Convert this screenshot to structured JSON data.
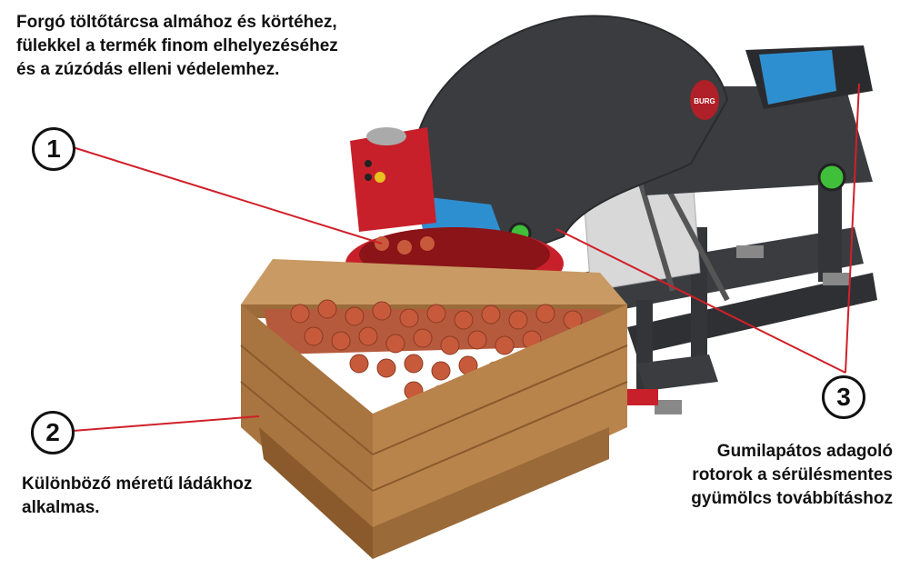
{
  "callouts": [
    {
      "number": "1",
      "text": "Forgó töltőtárcsa almához és körtéhez, fülekkel a termék finom elhelyezéséhez és a zúzódás elleni védelemhez."
    },
    {
      "number": "2",
      "text": "Különböző méretű ládákhoz alkalmas."
    },
    {
      "number": "3",
      "text": "Gumilapátos adagoló rotorok a sérülésmentes gyümölcs továbbításhoz"
    }
  ],
  "machine_logo": "BURG",
  "colors": {
    "frame": "#3a3c40",
    "frame_dark": "#2a2b2e",
    "hopper_red": "#c8202a",
    "paddle_blue": "#2e8fd0",
    "hub_green": "#3fbf3a",
    "crate_wood": "#b07a43",
    "fruit": "#c85a3c",
    "leader_line": "#d0202a"
  }
}
